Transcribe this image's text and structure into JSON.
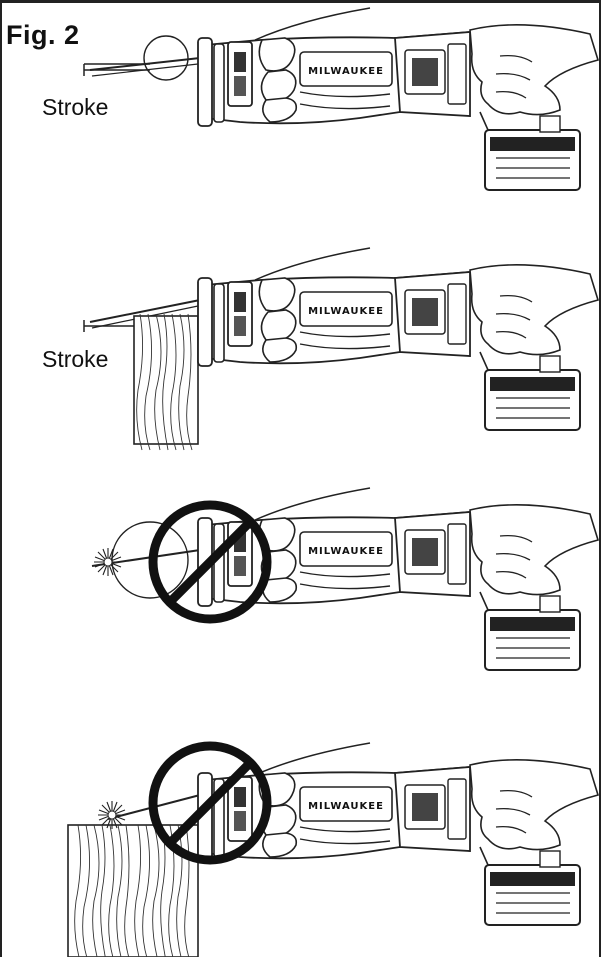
{
  "figure": {
    "label": "Fig. 2"
  },
  "panels": [
    {
      "id": "panel-1",
      "caption": "Stroke",
      "scene": "free-air-stroke",
      "prohibited": false
    },
    {
      "id": "panel-2",
      "caption": "Stroke",
      "scene": "shoe-against-wood",
      "prohibited": false
    },
    {
      "id": "panel-3",
      "caption": "",
      "scene": "free-air-blade-spark",
      "prohibited": true
    },
    {
      "id": "panel-4",
      "caption": "",
      "scene": "blade-tip-into-wood",
      "prohibited": true
    }
  ],
  "brand_text": "MILWAUKEE",
  "icons": {
    "prohibited": "no-symbol-icon",
    "saw": "reciprocating-saw-icon",
    "hand": "gripping-hand-icon",
    "battery": "battery-pack-icon"
  }
}
